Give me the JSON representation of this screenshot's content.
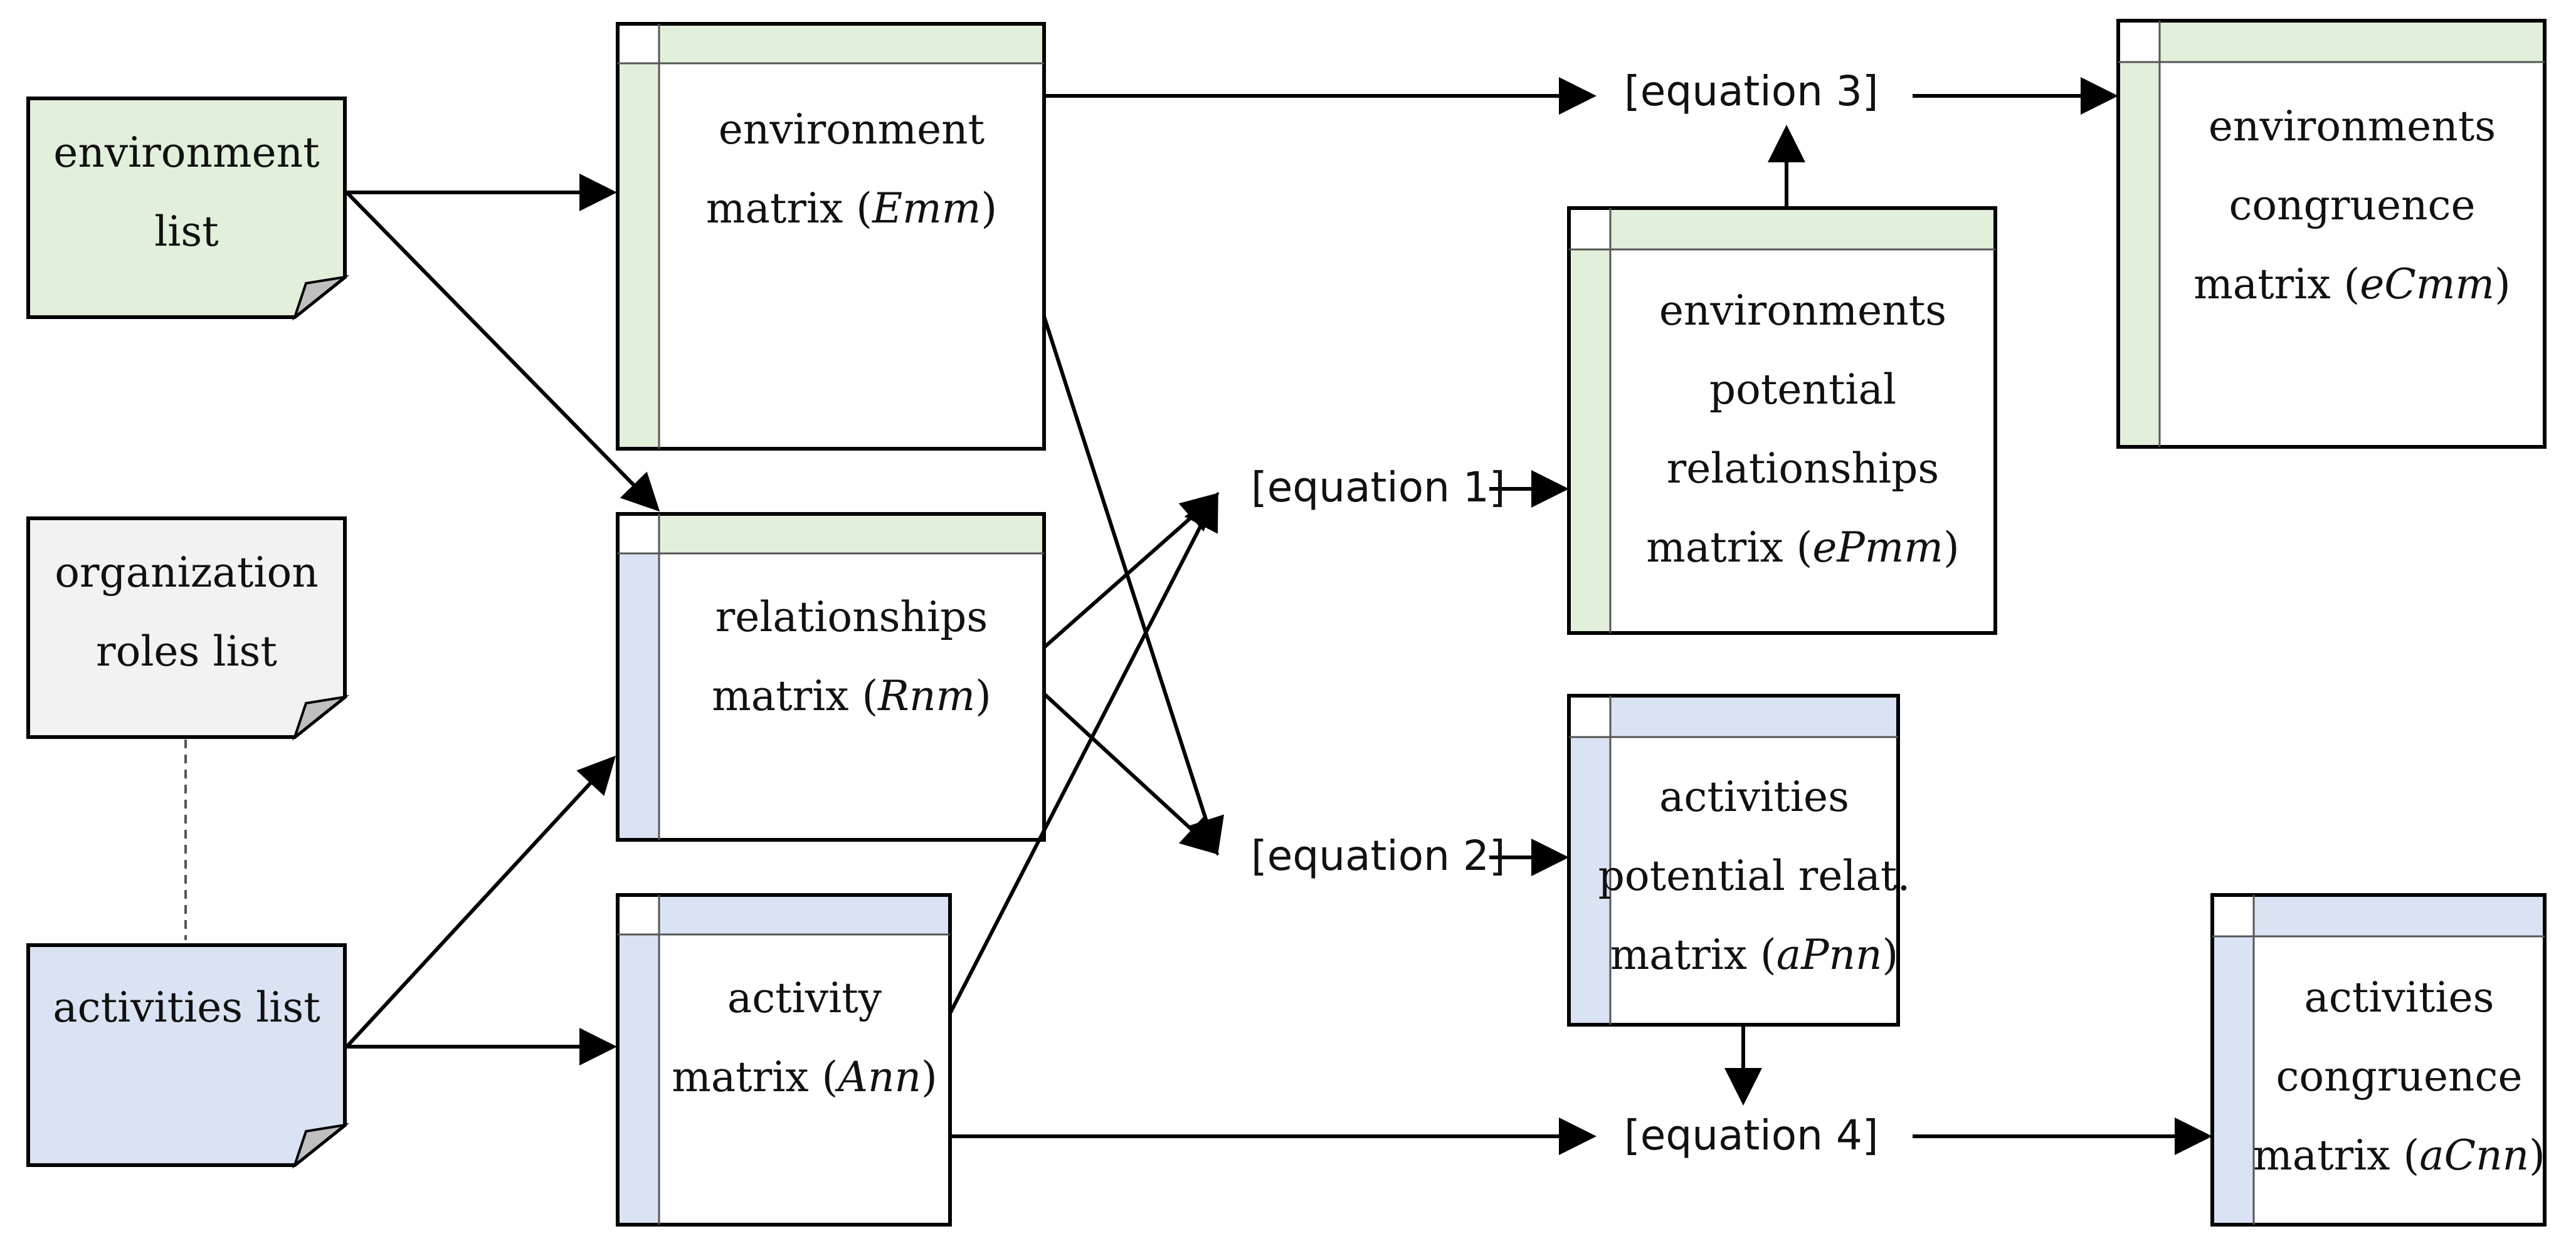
{
  "colors": {
    "environment": "#e2efda",
    "activity": "#dae3f3",
    "roles": "#f2f2f2",
    "border": "#000000",
    "fold": "#bfbfbf"
  },
  "lists": {
    "environment": [
      "environment",
      "list"
    ],
    "roles": [
      "organization",
      "roles list"
    ],
    "activities": [
      "activities list"
    ]
  },
  "matrices": {
    "environment": {
      "l1": "environment",
      "l2_pre": "matrix (",
      "var": "Emm",
      "l2_post": ")"
    },
    "relationships": {
      "l1": "relationships",
      "l2_pre": "matrix (",
      "var": "Rnm",
      "l2_post": ")"
    },
    "activity": {
      "l1": "activity",
      "l2_pre": "matrix (",
      "var": "Ann",
      "l2_post": ")"
    },
    "env_potential": {
      "l1": "environments",
      "l2": "potential",
      "l3": "relationships",
      "l4_pre": "matrix (",
      "var": "ePmm",
      "l4_post": ")"
    },
    "act_potential": {
      "l1": "activities",
      "l2": "potential relat.",
      "l3_pre": "matrix (",
      "var": "aPnn",
      "l3_post": ")"
    },
    "env_congruence": {
      "l1": "environments",
      "l2": "congruence",
      "l3_pre": "matrix (",
      "var": "eCmm",
      "l3_post": ")"
    },
    "act_congruence": {
      "l1": "activities",
      "l2": "congruence",
      "l3_pre": "matrix (",
      "var": "aCnn",
      "l3_post": ")"
    }
  },
  "equations": {
    "eq1": "[equation 1]",
    "eq2": "[equation 2]",
    "eq3": "[equation 3]",
    "eq4": "[equation 4]"
  }
}
